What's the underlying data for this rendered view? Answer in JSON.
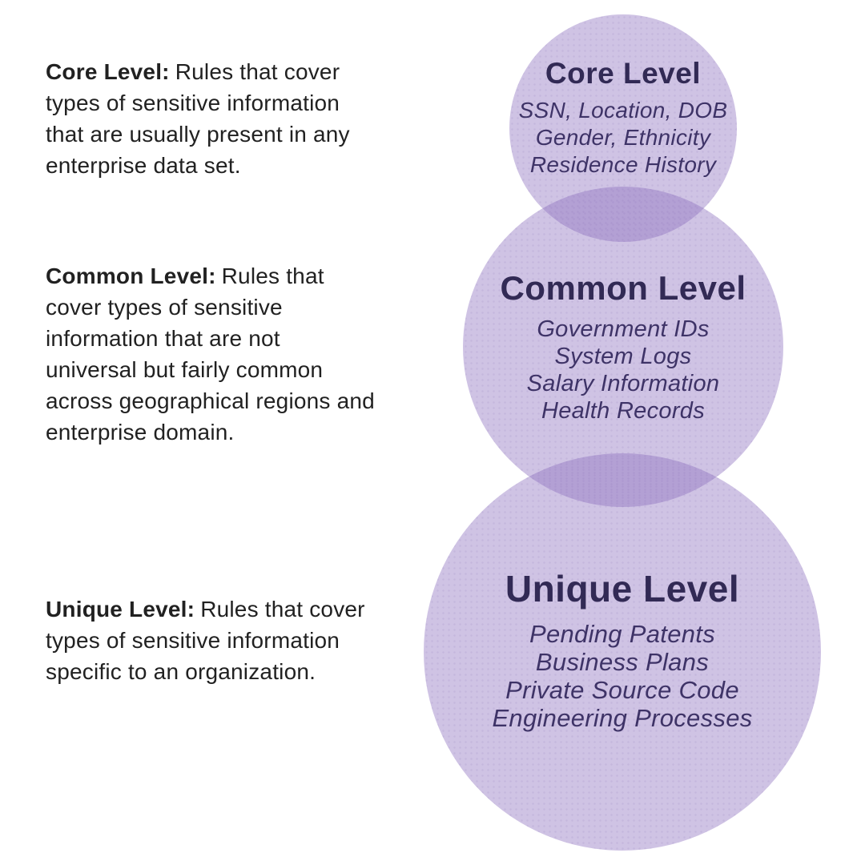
{
  "colors": {
    "page_bg": "#ffffff",
    "circle_rgba": "rgba(140,111,190,0.42)",
    "circle_flat": "#cfc3e4",
    "overlap_flat": "#b3a0d0",
    "title_color": "#322a55",
    "item_color": "#3e3367",
    "body_text": "#212121"
  },
  "left_panel": {
    "blocks": [
      {
        "label": "Core Level:",
        "text": "Rules that cover types of sensitive information that are usually present in any enterprise data set."
      },
      {
        "label": "Common Level:",
        "text": "Rules that cover types of sensitive information that are not universal but fairly common across geographical regions and enterprise domain."
      },
      {
        "label": "Unique Level:",
        "text": "Rules that cover types of sensitive information specific to an organization."
      }
    ]
  },
  "diagram": {
    "circles": [
      {
        "title": "Core Level",
        "items": [
          "SSN, Location, DOB",
          "Gender, Ethnicity",
          "Residence History"
        ]
      },
      {
        "title": "Common Level",
        "items": [
          "Government IDs",
          "System Logs",
          "Salary Information",
          "Health Records"
        ]
      },
      {
        "title": "Unique Level",
        "items": [
          "Pending Patents",
          "Business Plans",
          "Private Source Code",
          "Engineering Processes"
        ]
      }
    ]
  }
}
